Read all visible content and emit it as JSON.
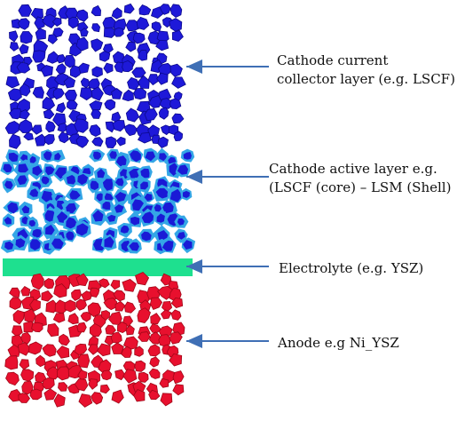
{
  "layers": {
    "cathode_current_collector": {
      "label_lines": [
        "Cathode current",
        "collector layer (e.g. LSCF)"
      ],
      "particle_color": "#1e19d9",
      "particle_edge": "#0c0a8c"
    },
    "cathode_active": {
      "label_lines": [
        "Cathode active layer e.g.",
        "(LSCF (core) – LSM (Shell)"
      ],
      "core_color": "#1a1ad6",
      "shell_color": "#34a6e6"
    },
    "electrolyte": {
      "label_lines": [
        "Electrolyte (e.g. YSZ)"
      ],
      "color": "#1ee08f"
    },
    "anode": {
      "label_lines": [
        "Anode e.g Ni_YSZ"
      ],
      "particle_color": "#e8102e",
      "particle_edge": "#a00818"
    }
  },
  "arrow_color": "#3f6fb5"
}
